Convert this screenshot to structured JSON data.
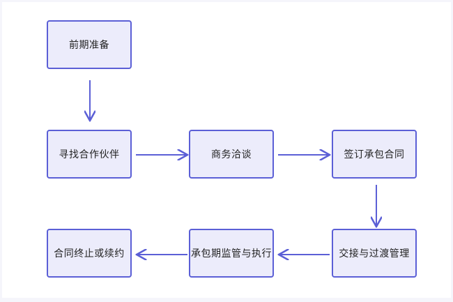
{
  "nodes": {
    "prep": "前期准备",
    "find": "寻找合作伙伴",
    "negotiate": "商务洽谈",
    "sign": "签订承包合同",
    "handover": "交接与过渡管理",
    "monitor": "承包期监管与执行",
    "end": "合同终止或续约"
  },
  "colors": {
    "node_fill": "#ececfb",
    "node_border": "#5b5fd6",
    "edge": "#5b5fd6"
  }
}
